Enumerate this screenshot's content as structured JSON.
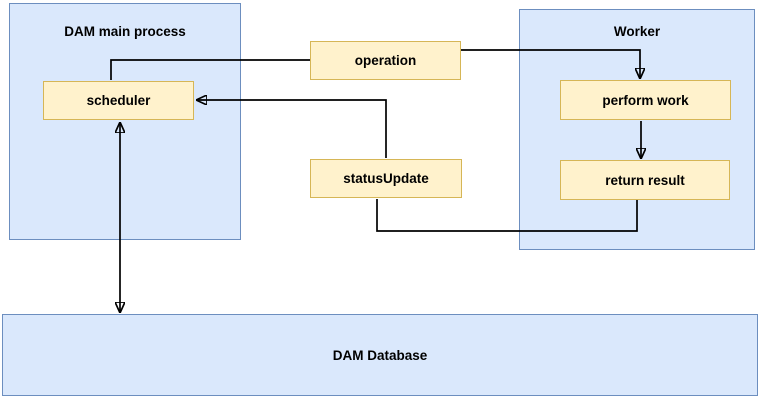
{
  "diagram": {
    "type": "flow-diagram",
    "background": "#ffffff",
    "colors": {
      "container_fill": "#dae8fc",
      "container_stroke": "#6c8ebf",
      "node_fill": "#fff2cc",
      "node_stroke": "#d6b656",
      "connector_stroke": "#000000",
      "label_color": "#000000"
    },
    "containers": [
      {
        "id": "dam-main-process",
        "label": "DAM main process"
      },
      {
        "id": "worker",
        "label": "Worker"
      },
      {
        "id": "dam-database",
        "label": "DAM Database"
      }
    ],
    "nodes": [
      {
        "id": "scheduler",
        "label": "scheduler",
        "parent": "dam-main-process"
      },
      {
        "id": "operation",
        "label": "operation",
        "parent": null
      },
      {
        "id": "statusUpdate",
        "label": "statusUpdate",
        "parent": null
      },
      {
        "id": "perform-work",
        "label": "perform work",
        "parent": "worker"
      },
      {
        "id": "return-result",
        "label": "return result",
        "parent": "worker"
      }
    ],
    "connectors": [
      {
        "from": "operation",
        "from_side": "left",
        "to": "scheduler",
        "to_side": "top",
        "arrowheads": "none"
      },
      {
        "from": "operation",
        "from_side": "right",
        "to": "perform-work",
        "to_side": "top",
        "arrowheads": "end"
      },
      {
        "from": "perform-work",
        "from_side": "bottom",
        "to": "return-result",
        "to_side": "top",
        "arrowheads": "end"
      },
      {
        "from": "return-result",
        "from_side": "bottom",
        "to": "statusUpdate",
        "to_side": "bottom",
        "arrowheads": "none"
      },
      {
        "from": "statusUpdate",
        "from_side": "top",
        "to": "scheduler",
        "to_side": "right",
        "arrowheads": "end"
      },
      {
        "from": "scheduler",
        "from_side": "bottom",
        "to": "dam-database",
        "to_side": "top",
        "arrowheads": "both"
      }
    ]
  }
}
